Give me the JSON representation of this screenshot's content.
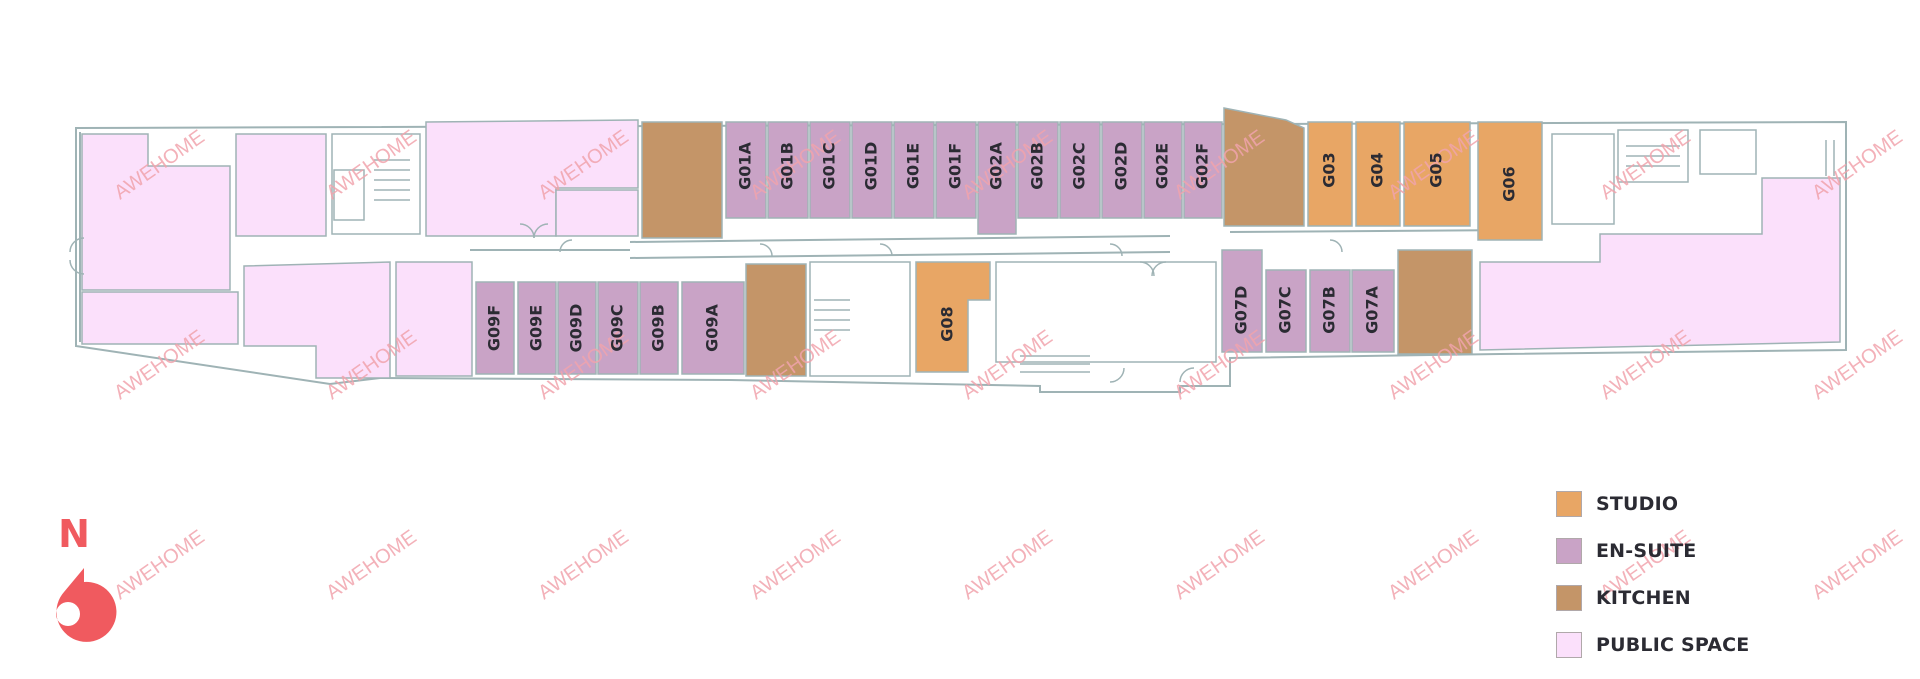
{
  "colors": {
    "studio": "#e8a665",
    "ensuite": "#c9a3c6",
    "kitchen": "#c49568",
    "public": "#fbe0fb",
    "wall": "#9fb3b5",
    "compass": "#f05a5f",
    "watermark": "#f1a4ad"
  },
  "compass": {
    "label": "N",
    "icon": "north-arrow-icon"
  },
  "watermark": "AWEHOME",
  "legend": [
    {
      "key": "studio",
      "label": "STUDIO"
    },
    {
      "key": "ensuite",
      "label": "EN-SUITE"
    },
    {
      "key": "kitchen",
      "label": "KITCHEN"
    },
    {
      "key": "public",
      "label": "PUBLIC SPACE"
    }
  ],
  "rooms": {
    "g01a": {
      "label": "G01A",
      "type": "ensuite"
    },
    "g01b": {
      "label": "G01B",
      "type": "ensuite"
    },
    "g01c": {
      "label": "G01C",
      "type": "ensuite"
    },
    "g01d": {
      "label": "G01D",
      "type": "ensuite"
    },
    "g01e": {
      "label": "G01E",
      "type": "ensuite"
    },
    "g01f": {
      "label": "G01F",
      "type": "ensuite"
    },
    "g02a": {
      "label": "G02A",
      "type": "ensuite"
    },
    "g02b": {
      "label": "G02B",
      "type": "ensuite"
    },
    "g02c": {
      "label": "G02C",
      "type": "ensuite"
    },
    "g02d": {
      "label": "G02D",
      "type": "ensuite"
    },
    "g02e": {
      "label": "G02E",
      "type": "ensuite"
    },
    "g02f": {
      "label": "G02F",
      "type": "ensuite"
    },
    "g03": {
      "label": "G03",
      "type": "studio"
    },
    "g04": {
      "label": "G04",
      "type": "studio"
    },
    "g05": {
      "label": "G05",
      "type": "studio"
    },
    "g06": {
      "label": "G06",
      "type": "studio"
    },
    "g07a": {
      "label": "G07A",
      "type": "ensuite"
    },
    "g07b": {
      "label": "G07B",
      "type": "ensuite"
    },
    "g07c": {
      "label": "G07C",
      "type": "ensuite"
    },
    "g07d": {
      "label": "G07D",
      "type": "ensuite"
    },
    "g08": {
      "label": "G08",
      "type": "studio"
    },
    "g09a": {
      "label": "G09A",
      "type": "ensuite"
    },
    "g09b": {
      "label": "G09B",
      "type": "ensuite"
    },
    "g09c": {
      "label": "G09C",
      "type": "ensuite"
    },
    "g09d": {
      "label": "G09D",
      "type": "ensuite"
    },
    "g09e": {
      "label": "G09E",
      "type": "ensuite"
    },
    "g09f": {
      "label": "G09F",
      "type": "ensuite"
    }
  }
}
